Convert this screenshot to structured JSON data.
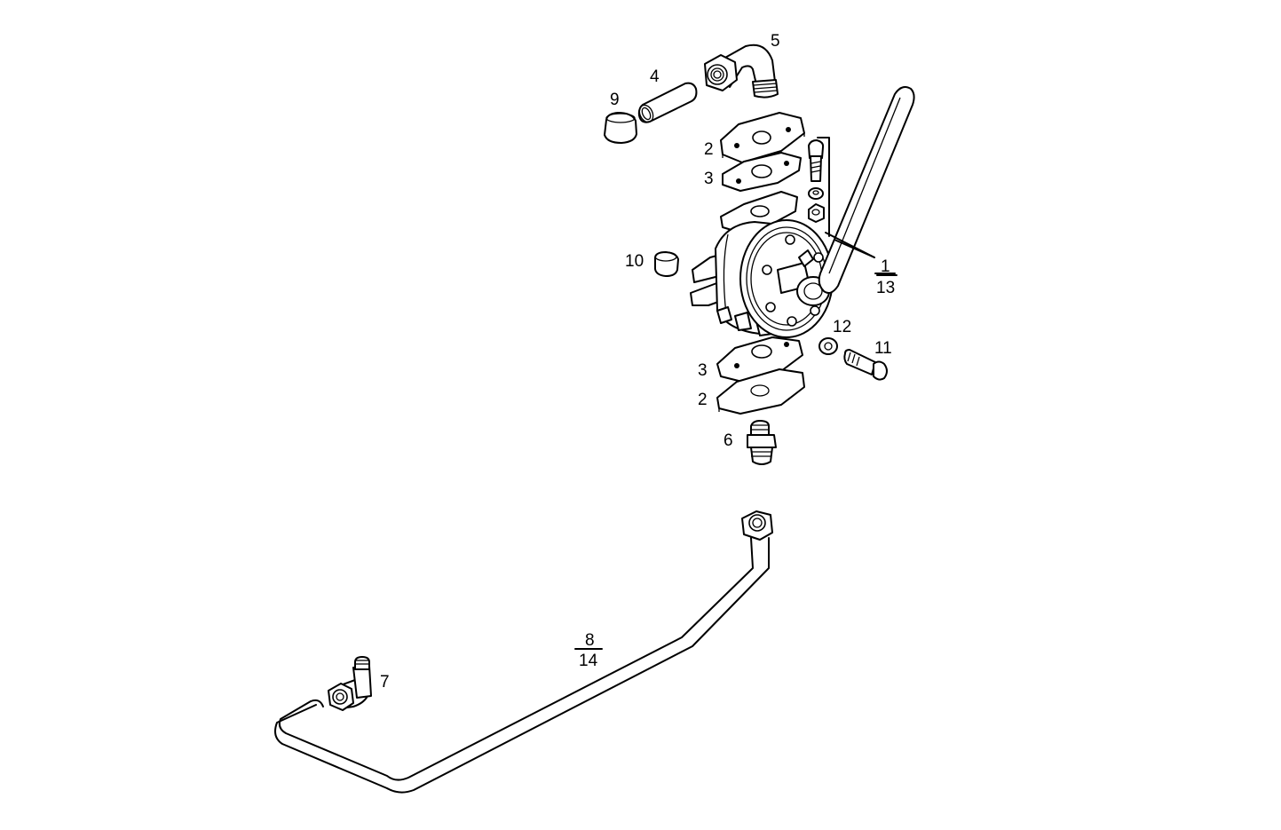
{
  "labels": {
    "l1": "1",
    "l13": "13",
    "l2a": "2",
    "l2b": "2",
    "l3a": "3",
    "l3b": "3",
    "l4": "4",
    "l5": "5",
    "l6": "6",
    "l7": "7",
    "l8": "8",
    "l14": "14",
    "l9": "9",
    "l10": "10",
    "l11": "11",
    "l12": "12"
  }
}
